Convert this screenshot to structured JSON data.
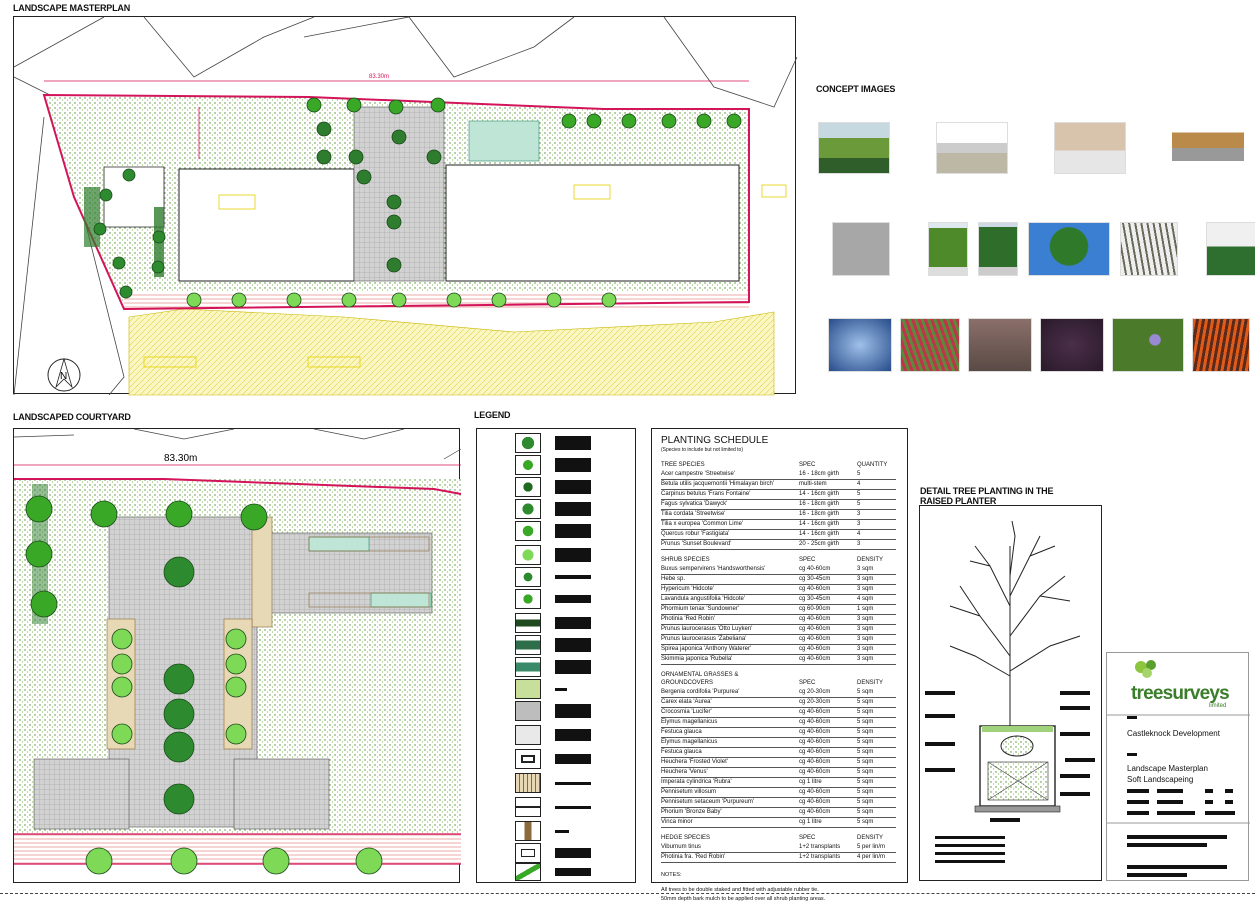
{
  "sections": {
    "masterplan_title": "LANDSCAPE MASTERPLAN",
    "concept_title": "CONCEPT IMAGES",
    "courtyard_title": "LANDSCAPED COURTYARD",
    "legend_title": "LEGEND",
    "detail_title_1": "DETAIL TREE PLANTING IN THE",
    "detail_title_2": "RAISED PLANTER"
  },
  "masterplan": {
    "dimension": "83.30m",
    "north": "N"
  },
  "courtyard": {
    "dimension": "83.30m"
  },
  "schedule": {
    "title": "PLANTING SCHEDULE",
    "subtitle": "(Species to include but not limited to)",
    "tree": {
      "head": [
        "TREE SPECIES",
        "SPEC",
        "QUANTITY"
      ],
      "rows": [
        [
          "Acer campestre 'Streetwise'",
          "16 - 18cm girth",
          "5"
        ],
        [
          "Betula utilis jacquemontii 'Himalayan birch'",
          "multi-stem",
          "4"
        ],
        [
          "Carpinus betulus 'Frans Fontaine'",
          "14 - 16cm girth",
          "5"
        ],
        [
          "Fagus sylvatica 'Dawyck'",
          "16 - 18cm girth",
          "5"
        ],
        [
          "Tilia cordata 'Streetwise'",
          "16 - 18cm girth",
          "3"
        ],
        [
          "Tilia x europea 'Common Lime'",
          "14 - 16cm girth",
          "3"
        ],
        [
          "Quercus robur 'Fastigiata'",
          "14 - 16cm girth",
          "4"
        ],
        [
          "Prunus 'Sunset Boulevard'",
          "20 - 25cm girth",
          "3"
        ]
      ]
    },
    "shrub": {
      "head": [
        "SHRUB SPECIES",
        "SPEC",
        "DENSITY"
      ],
      "rows": [
        [
          "Buxus sempervirens 'Handsworthensis'",
          "cg 40-60cm",
          "3 sqm"
        ],
        [
          "Hebe sp.",
          "cg 30-45cm",
          "3 sqm"
        ],
        [
          "Hypericum 'Hidcote'",
          "cg 40-60cm",
          "3 sqm"
        ],
        [
          "Lavandula angustifolia 'Hidcote'",
          "cg 30-45cm",
          "4 sqm"
        ],
        [
          "Phormium tenax 'Sundowner'",
          "cg 60-90cm",
          "1 sqm"
        ],
        [
          "Photinia 'Red Robin'",
          "cg 40-60cm",
          "3 sqm"
        ],
        [
          "Prunus laurocerasus 'Otto Luyken'",
          "cg 40-60cm",
          "3 sqm"
        ],
        [
          "Prunus laurocerasus 'Zabeliana'",
          "cg 40-60cm",
          "3 sqm"
        ],
        [
          "Spirea japonica 'Anthony Waterer'",
          "cg 40-60cm",
          "3 sqm"
        ],
        [
          "Skimmia japonica 'Rubella'",
          "cg 40-60cm",
          "3 sqm"
        ]
      ]
    },
    "grasses": {
      "head1": "ORNAMENTAL GRASSES &",
      "head": [
        "GROUNDCOVERS",
        "SPEC",
        "DENSITY"
      ],
      "rows": [
        [
          "Bergenia cordifolia 'Purpurea'",
          "cg 20-30cm",
          "5 sqm"
        ],
        [
          "Carex elata 'Aurea'",
          "cg 20-30cm",
          "5 sqm"
        ],
        [
          "Crocosmia 'Lucifer'",
          "cg 40-60cm",
          "5 sqm"
        ],
        [
          "Elymus magellanicus",
          "cg 40-60cm",
          "5 sqm"
        ],
        [
          "Festuca glauca",
          "cg 40-60cm",
          "5 sqm"
        ],
        [
          "Elymus magellanicus",
          "cg 40-60cm",
          "5 sqm"
        ],
        [
          "Festuca glauca",
          "cg 40-60cm",
          "5 sqm"
        ],
        [
          "Heuchera 'Frosted Violet'",
          "cg 40-60cm",
          "5 sqm"
        ],
        [
          "Heuchera 'Venus'",
          "cg 40-60cm",
          "5 sqm"
        ],
        [
          "Imperata cylindrica 'Rubra'",
          "cg 1 litre",
          "5 sqm"
        ],
        [
          "Pennisetum villosum",
          "cg 40-60cm",
          "5 sqm"
        ],
        [
          "Pennisetum setaceum 'Purpureum'",
          "cg 40-60cm",
          "5 sqm"
        ],
        [
          "Phorium 'Bronze Baby'",
          "cg 40-60cm",
          "5 sqm"
        ],
        [
          "Vinca minor",
          "cg 1 litre",
          "5 sqm"
        ]
      ]
    },
    "hedge": {
      "head": [
        "HEDGE SPECIES",
        "SPEC",
        "DENSITY"
      ],
      "rows": [
        [
          "Viburnum tinus",
          "1+2 transplants",
          "5 per lin/m"
        ],
        [
          "Photinia fra. 'Red Robin'",
          "1+2 transplants",
          "4 per lin/m"
        ]
      ]
    },
    "notes_title": "NOTES:",
    "notes": [
      "All trees to be double staked and fitted with adjustable rubber tie.",
      "50mm depth bark mulch to be applied over all shrub planting areas."
    ]
  },
  "title_block": {
    "logo": "treesurveys",
    "logo_sub": "limited",
    "project": "Castleknock Development",
    "drawing_1": "Landscape Masterplan",
    "drawing_2": "Soft Landscapeing"
  },
  "colors": {
    "boundary": "#d4145a",
    "tree_green": "#3aa827",
    "hatch_yellow": "#f4ee6a",
    "paving_grey": "#cfcfcf"
  }
}
